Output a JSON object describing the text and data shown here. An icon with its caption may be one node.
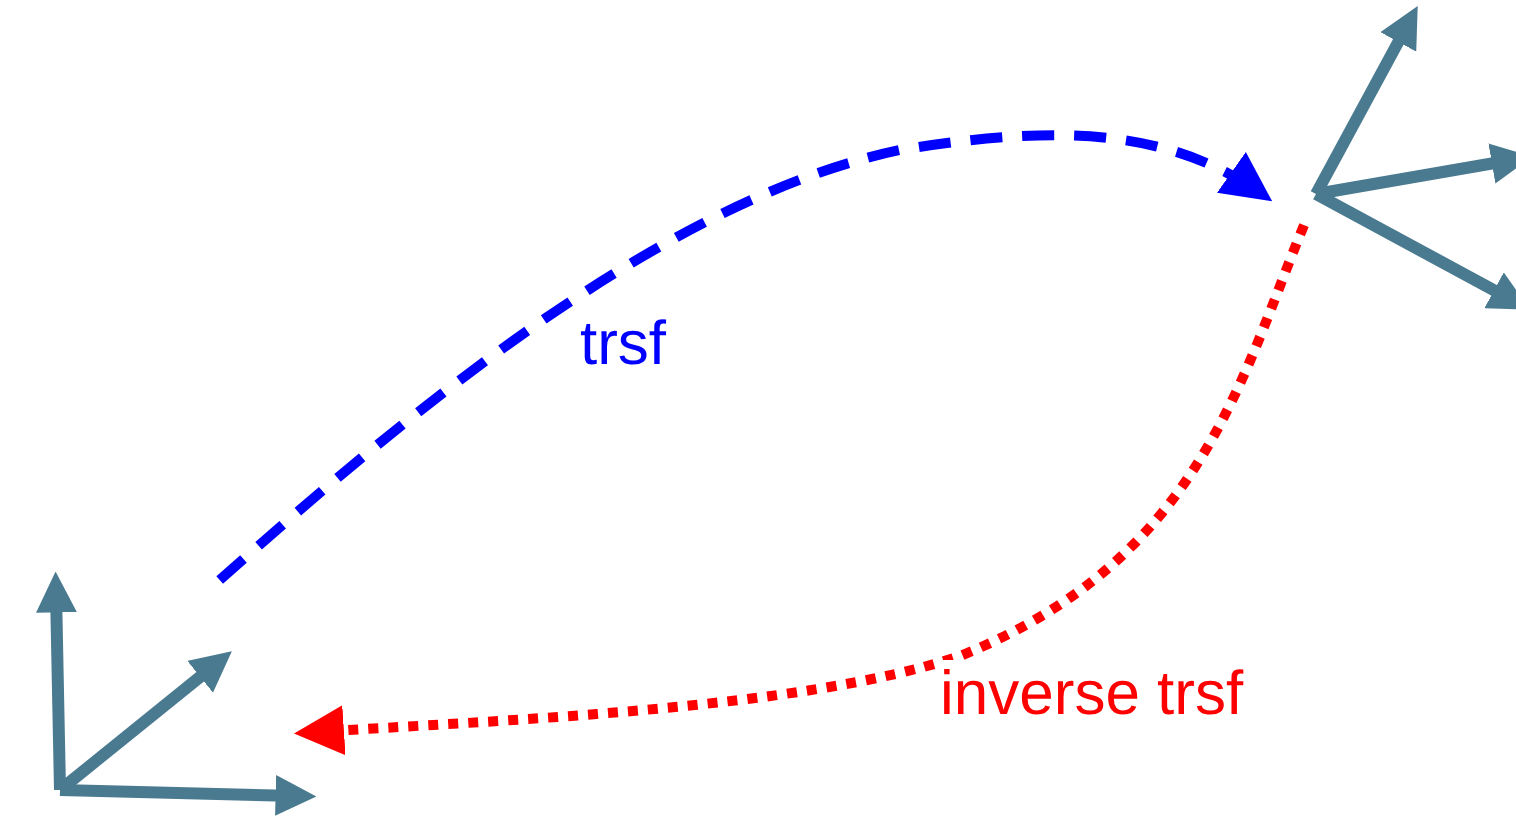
{
  "diagram": {
    "nodes": [
      {
        "text": [],
        "shape": "picture"
      },
      {
        "text": [],
        "shape": "picture"
      }
    ],
    "edges": [
      {
        "from": 0,
        "to": 1,
        "arrow": "to",
        "label": "trsf",
        "style": "dashed",
        "color": "#0000ff"
      },
      {
        "from": 1,
        "to": 0,
        "arrow": "to",
        "label": "inverse trsf",
        "style": "dashed",
        "color": "#ff0000"
      }
    ]
  }
}
